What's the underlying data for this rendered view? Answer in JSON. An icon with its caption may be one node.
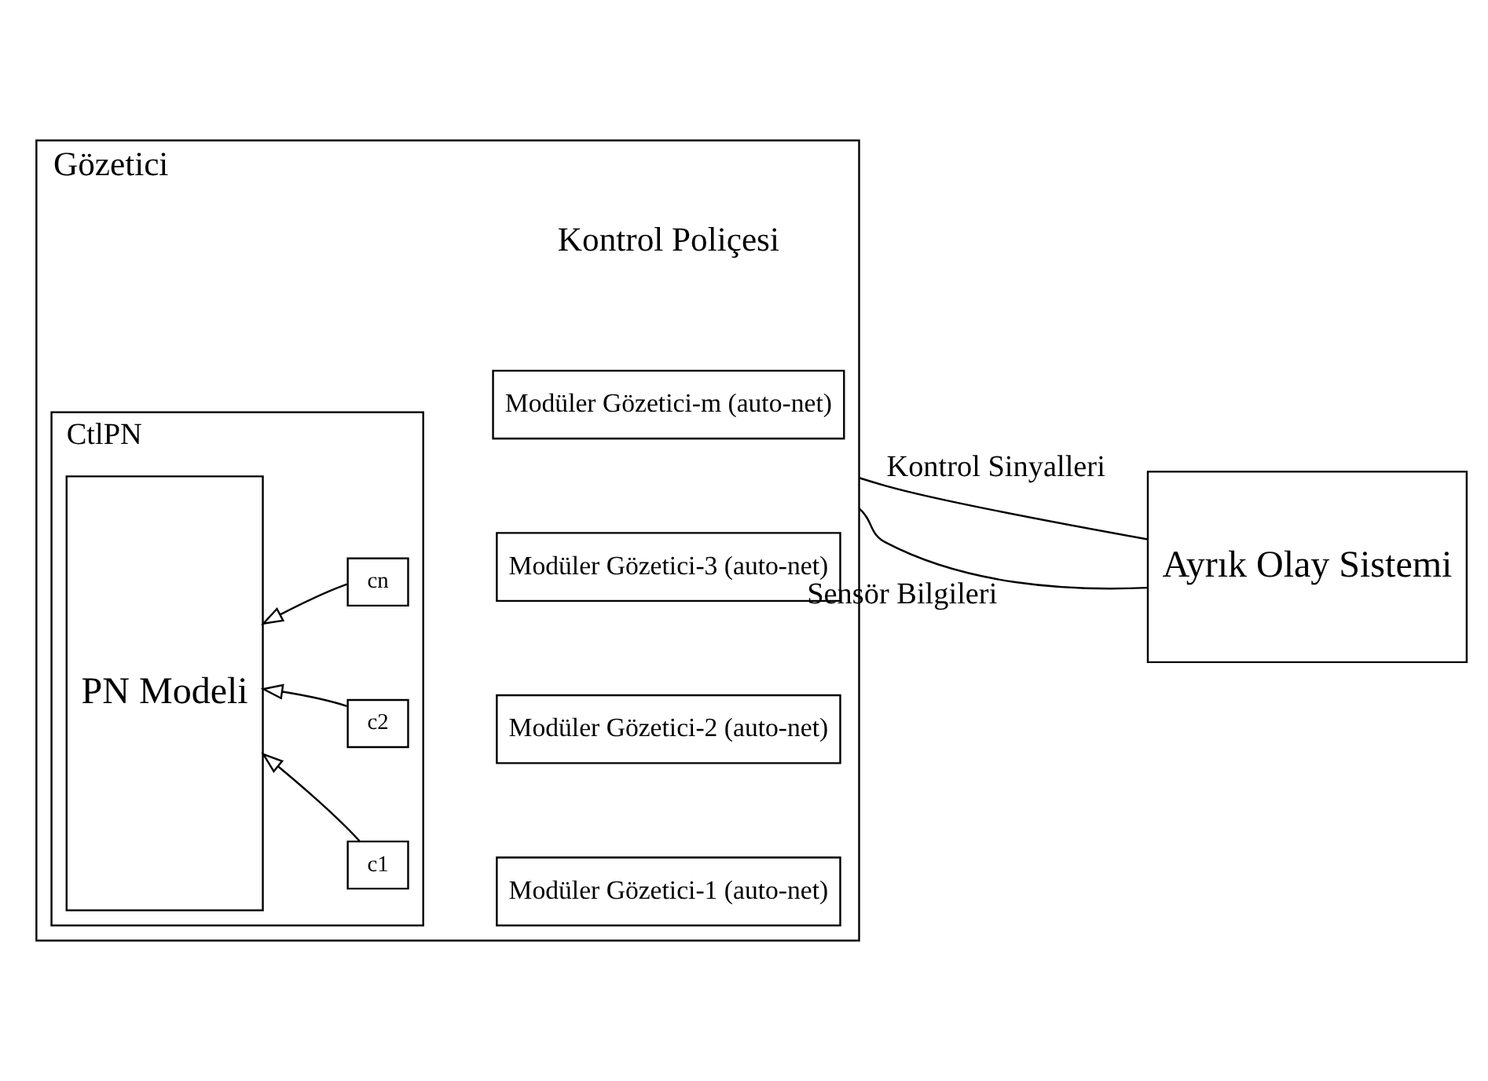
{
  "diagram": {
    "nodes": [
      {
        "text": [
          "Gözetici"
        ]
      },
      {
        "text": [
          "CtlPN"
        ],
        "in": 0
      },
      {
        "text": [
          "PN Modeli"
        ],
        "in": 1
      },
      {
        "text": [
          "c1"
        ],
        "in": 1
      },
      {
        "text": [
          "c2"
        ],
        "in": 1
      },
      {
        "text": [
          "cn"
        ],
        "in": 1
      },
      {
        "text": [
          "Modüler Gözetici-1 (auto-net)"
        ],
        "in": 0
      },
      {
        "text": [
          "Modüler Gözetici-2 (auto-net)"
        ],
        "in": 0
      },
      {
        "text": [
          "Modüler Gözetici-3 (auto-net)"
        ],
        "in": 0
      },
      {
        "text": [
          "Modüler Gözetici-m (auto-net)"
        ],
        "in": 0
      },
      {
        "text": [
          "Ayrık Olay Sistemi"
        ]
      }
    ],
    "edges": [
      {
        "from": 3,
        "to": 2,
        "arrow": "to"
      },
      {
        "from": 4,
        "to": 2,
        "arrow": "to"
      },
      {
        "from": 5,
        "to": 2,
        "arrow": "to"
      },
      {
        "from": 0,
        "to": 10,
        "arrow": "none",
        "label": "Kontrol Sinyalleri"
      },
      {
        "from": 10,
        "to": 0,
        "arrow": "none",
        "label": "Sensör Bilgileri"
      }
    ],
    "labels": [
      "Kontrol Poliçesi"
    ]
  }
}
